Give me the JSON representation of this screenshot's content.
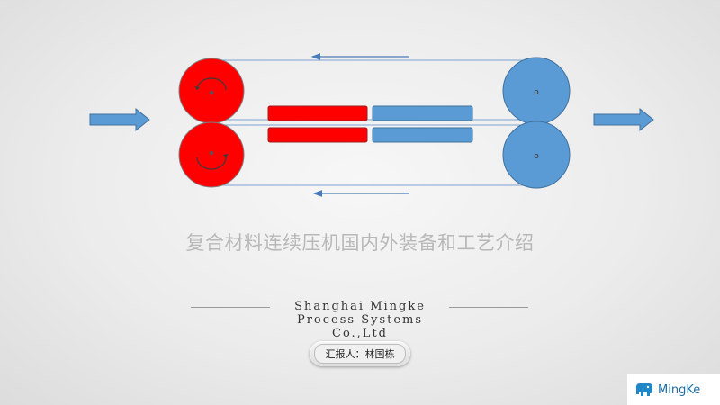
{
  "title": "复合材料连续压机国内外装备和工艺介绍",
  "company": {
    "line1": "Shanghai Mingke",
    "line2": "Process Systems",
    "line3": "Co.,Ltd"
  },
  "reporter_label": "汇报人：林国栋",
  "logo": {
    "text": "MingKe",
    "icon": "elephant-logo-icon"
  },
  "colors": {
    "red": "#ff0000",
    "blue": "#5b9bd5",
    "title_gray": "#b8b8b8"
  },
  "diagram": {
    "roller_center_mark": "o"
  }
}
